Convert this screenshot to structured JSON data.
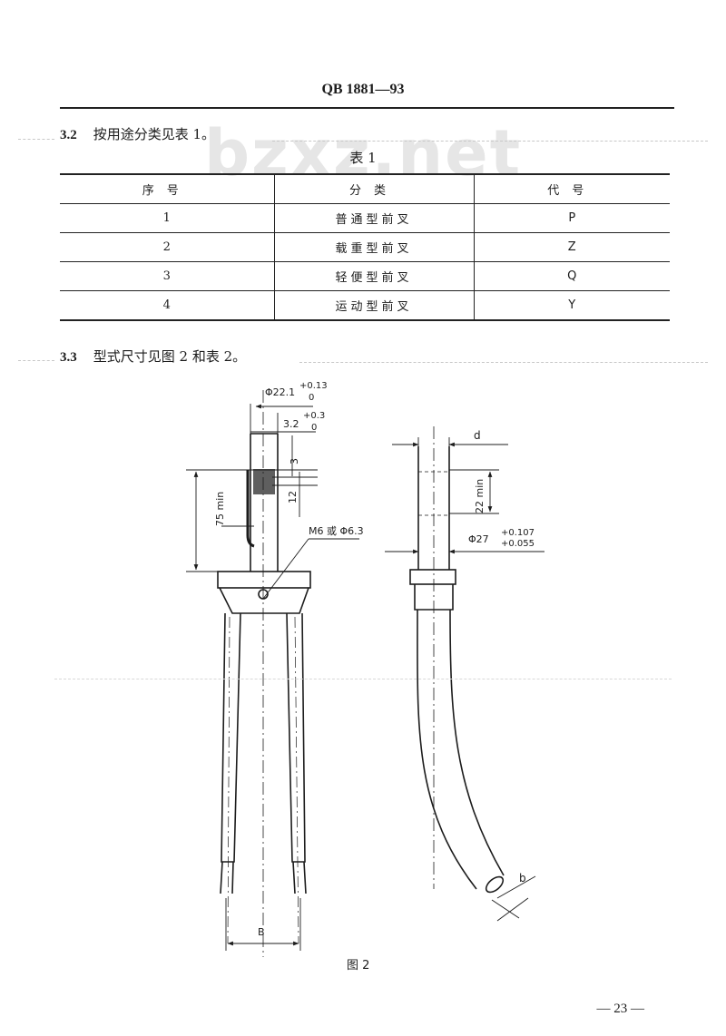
{
  "header": {
    "title": "QB 1881—93"
  },
  "watermark": "bzxz.net",
  "section_3_2": {
    "number": "3.2",
    "text": "按用途分类见表 1。"
  },
  "table1": {
    "caption": "表 1",
    "headers": [
      "序号",
      "分类",
      "代号"
    ],
    "rows": [
      [
        "1",
        "普通型前叉",
        "P"
      ],
      [
        "2",
        "载重型前叉",
        "Z"
      ],
      [
        "3",
        "轻便型前叉",
        "Q"
      ],
      [
        "4",
        "运动型前叉",
        "Y"
      ]
    ]
  },
  "section_3_3": {
    "number": "3.3",
    "text": "型式尺寸见图 2 和表 2。"
  },
  "figure": {
    "dim_phi221": "Φ22.1",
    "tol_phi221_upper": "+0.13",
    "tol_phi221_lower": "0",
    "dim_32": "3.2",
    "tol_32_upper": "+0.3",
    "tol_32_lower": "0",
    "dim_3": "3",
    "dim_12": "12",
    "dim_75min": "75 min",
    "thread_label": "M6 或 Φ6.3",
    "dim_d": "d",
    "dim_22min": "22 min",
    "dim_phi27": "Φ27",
    "tol_phi27_upper": "+0.107",
    "tol_phi27_lower": "+0.055",
    "dim_B": "B",
    "dim_b": "b",
    "caption": "图 2"
  },
  "page_number": "— 23 —"
}
